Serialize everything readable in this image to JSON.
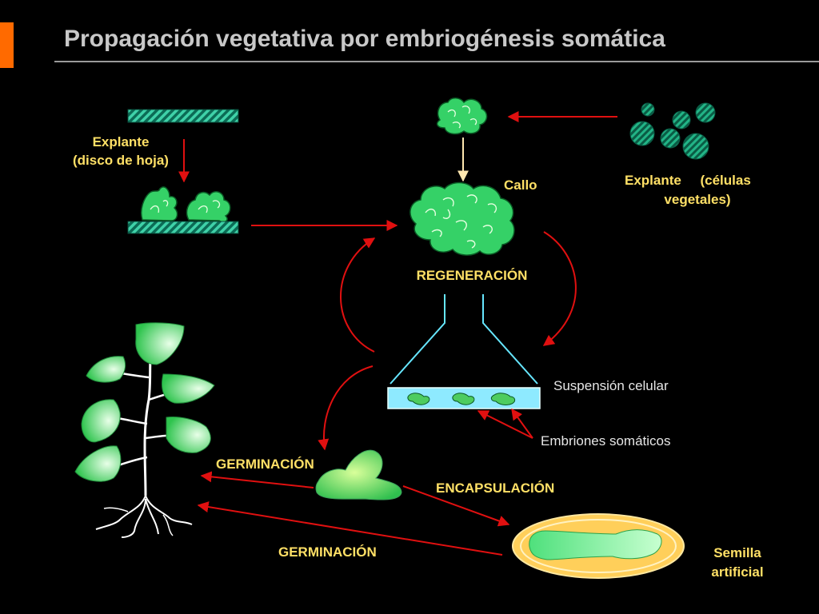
{
  "title": "Propagación vegetativa por embriogénesis somática",
  "colors": {
    "background": "#000000",
    "accent": "#ff6a00",
    "title": "#c8c8c8",
    "label_yellow": "#ffe066",
    "label_white": "#e6e6e6",
    "arrow_red": "#e01010",
    "plant_green": "#2ecc71",
    "suspension_cyan": "#66e6ff"
  },
  "labels": {
    "explant_leaf_line1": "Explante",
    "explant_leaf_line2": "(disco de hoja)",
    "callus": "Callo",
    "explant_cells_line1": "Explante     (células",
    "explant_cells_line2": "vegetales)",
    "regeneration": "REGENERACIÓN",
    "cell_suspension": "Suspensión celular",
    "somatic_embryos": "Embriones somáticos",
    "germination_top": "GERMINACIÓN",
    "encapsulation": "ENCAPSULACIÓN",
    "germination_bottom": "GERMINACIÓN",
    "artificial_seed_line1": "Semilla",
    "artificial_seed_line2": "artificial"
  }
}
